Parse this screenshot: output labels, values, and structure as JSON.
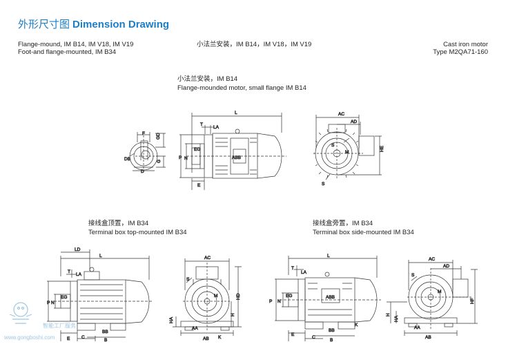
{
  "title": {
    "cn": "外形尺寸图",
    "en": "Dimension Drawing"
  },
  "header": {
    "left_line1": "Flange-mound, IM B14, IM V18, IM V19",
    "left_line2": "Foot-and flange-mounted, IM B34",
    "middle": "小法兰安装，IM B14，IM V18，IM V19",
    "right_line1": "Cast iron motor",
    "right_line2": "Type M2QA71-160"
  },
  "top_caption": {
    "cn": "小法兰安装，IM B14",
    "en": "Flange-mounded motor, small flange IM B14"
  },
  "left_caption": {
    "cn": "接线盒顶置，IM B34",
    "en": "Terminal box top-mounted IM B34"
  },
  "right_caption": {
    "cn": "接线盒旁置，IM B34",
    "en": "Terminal box side-mounted IM B34"
  },
  "labels": {
    "L": "L",
    "T": "T",
    "LA": "LA",
    "P": "P",
    "N": "N",
    "EG": "EG",
    "E": "E",
    "F": "F",
    "GD": "GD",
    "DB": "DB",
    "G": "G",
    "D": "D",
    "AC": "AC",
    "AD": "AD",
    "HE": "HE",
    "M": "M",
    "S": "S",
    "LD": "LD",
    "HD": "HD",
    "HA": "HA",
    "H": "H",
    "AA": "AA",
    "K": "K",
    "BB": "BB",
    "B": "B",
    "C": "C",
    "AB": "AB",
    "HF": "HF",
    "ABB": "ABB"
  },
  "watermark": {
    "cn": "智能工厂服务",
    "url": "www.gongboshi.com"
  },
  "colors": {
    "title": "#1c7ec6",
    "line": "#333333",
    "watermark": "#9ec7e4"
  }
}
